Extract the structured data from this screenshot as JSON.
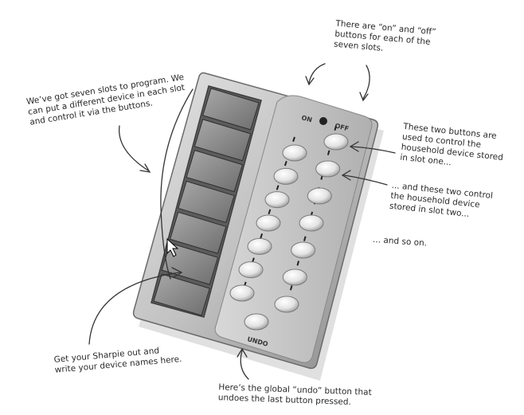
{
  "annotations": {
    "top_right": "There are “on” and “off”\nbuttons for each of the\nseven slots.",
    "top_left": "We’ve got seven slots to program.  We\ncan put a different device in each slot\nand control it via the buttons.",
    "slot_one": "These two buttons are\nused to control the\nhousehold device stored\nin slot one...",
    "slot_two": "... and these two control\nthe household device\nstored in slot two...",
    "so_on": "... and so on.",
    "sharpie": "Get your Sharpie out and\nwrite your device names here.",
    "undo": "Here’s the global “undo” button that\nundoes the last button pressed."
  },
  "remote": {
    "on_label": "ON",
    "off_label": "OFF",
    "undo_label": "UNDO",
    "slot_count": 7,
    "button_rows": 7
  },
  "colors": {
    "body": "#bdbdbd",
    "slot": "#8e8e8e",
    "ink": "#2a2a2a"
  }
}
